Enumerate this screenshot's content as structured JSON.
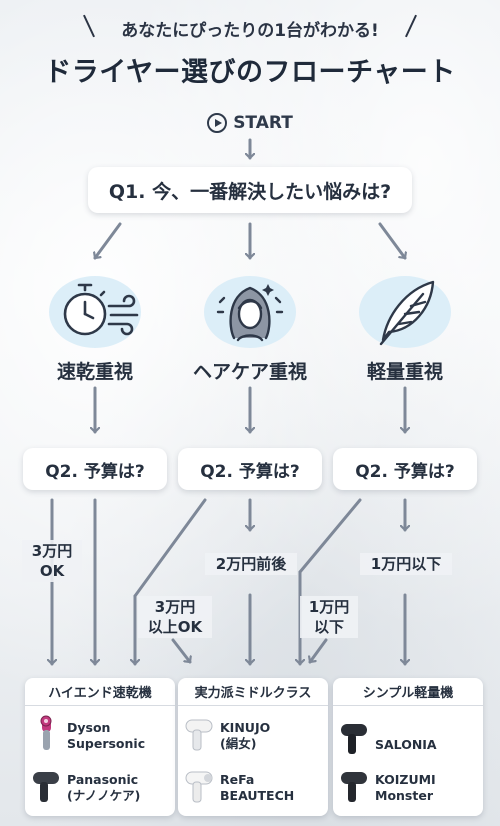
{
  "header": {
    "subtitle": "あなたにぴったりの1台がわかる!",
    "title": "ドライヤー選びのフローチャート"
  },
  "start_label": "START",
  "q1": "Q1. 今、一番解決したい悩みは?",
  "categories": [
    {
      "label": "速乾重視",
      "icon": "stopwatch-wind-icon"
    },
    {
      "label": "ヘアケア重視",
      "icon": "woman-hair-icon"
    },
    {
      "label": "軽量重視",
      "icon": "feather-icon"
    }
  ],
  "q2": [
    "Q2. 予算は?",
    "Q2. 予算は?",
    "Q2. 予算は?"
  ],
  "edge_labels": {
    "speed_30k_line1": "3万円",
    "speed_30k_line2": "OK",
    "care_30k_line1": "3万円",
    "care_30k_line2": "以上OK",
    "care_20k": "2万円前後",
    "light_10k_line1": "1万円",
    "light_10k_line2": "以下",
    "light_under10k": "1万円以下"
  },
  "results": [
    {
      "title": "ハイエンド速乾機",
      "products": [
        {
          "name_line1": "Dyson",
          "name_line2": "Supersonic",
          "icon": "dyson-dryer-icon"
        },
        {
          "name_line1": "Panasonic",
          "name_line2": "(ナノノケア)",
          "icon": "panasonic-dryer-icon"
        }
      ]
    },
    {
      "title": "実力派ミドルクラス",
      "products": [
        {
          "name_line1": "KINUJO",
          "name_line2": "(絹女)",
          "icon": "kinujo-dryer-icon"
        },
        {
          "name_line1": "ReFa",
          "name_line2": "BEAUTECH",
          "icon": "refa-dryer-icon"
        }
      ]
    },
    {
      "title": "シンプル軽量機",
      "products": [
        {
          "name_line1": "SALONIA",
          "name_line2": "",
          "icon": "salonia-dryer-icon"
        },
        {
          "name_line1": "KOIZUMI",
          "name_line2": "Monster",
          "icon": "koizumi-dryer-icon"
        }
      ]
    }
  ],
  "colors": {
    "arrow": "#7e8898",
    "text": "#26303f",
    "icon_glow": "#cfe7f5"
  }
}
